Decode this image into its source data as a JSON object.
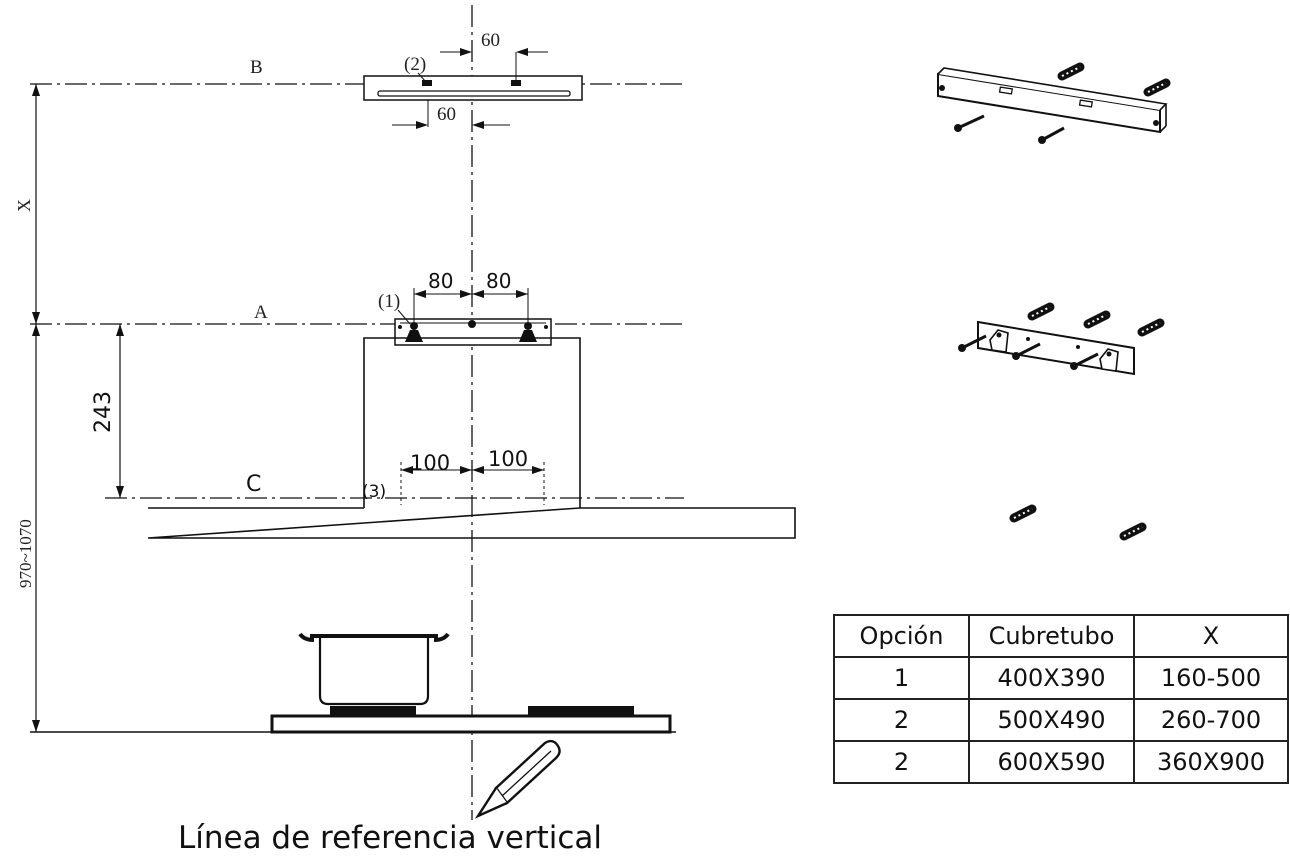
{
  "diagram": {
    "lines": {
      "line_b": "B",
      "line_a": "A",
      "line_c": "C"
    },
    "dimensions": {
      "x": "X",
      "height_range": "970~1070",
      "height_243": "243",
      "dim_60_top": "60",
      "dim_60_bottom": "60",
      "dim_80_left": "80",
      "dim_80_right": "80",
      "dim_100_left": "100",
      "dim_100_right": "100"
    },
    "callouts": {
      "part_1": "(1)",
      "part_2": "(2)",
      "part_3": "(3)"
    },
    "caption": "Línea de referencia vertical"
  },
  "table": {
    "headers": [
      "Opción",
      "Cubretubo",
      "X"
    ],
    "rows": [
      [
        "1",
        "400X390",
        "160-500"
      ],
      [
        "2",
        "500X490",
        "260-700"
      ],
      [
        "2",
        "600X590",
        "360X900"
      ]
    ]
  }
}
